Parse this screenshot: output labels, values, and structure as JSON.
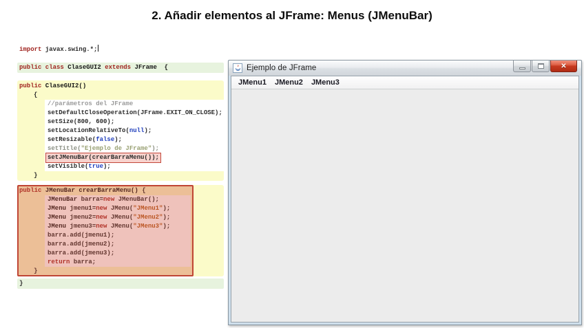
{
  "page": {
    "title": "2. Añadir elementos al JFrame: Menus (JMenuBar)"
  },
  "code": {
    "import_line": {
      "segs": [
        [
          "kw",
          "import"
        ],
        [
          "pl",
          " javax.swing.*;"
        ]
      ],
      "cursor": true
    },
    "class_line": {
      "segs": [
        [
          "kw",
          "public class"
        ],
        [
          "id",
          " ClaseGUI2 "
        ],
        [
          "kw",
          "extends"
        ],
        [
          "id",
          " JFrame  {"
        ]
      ]
    },
    "constructor": {
      "signature": {
        "segs": [
          [
            "kw",
            "public"
          ],
          [
            "id",
            " ClaseGUI2()"
          ]
        ]
      },
      "open": {
        "segs": [
          [
            "pl",
            "{"
          ]
        ]
      },
      "body": [
        {
          "segs": [
            [
              "cmt",
              "//parámetros del JFrame"
            ]
          ]
        },
        {
          "segs": [
            [
              "pl",
              "setDefaultCloseOperation(JFrame.EXIT_ON_CLOSE);"
            ]
          ]
        },
        {
          "segs": [
            [
              "pl",
              "setSize(800, 600);"
            ]
          ]
        },
        {
          "segs": [
            [
              "pl",
              "setLocationRelativeTo("
            ],
            [
              "lit",
              "null"
            ],
            [
              "pl",
              ");"
            ]
          ]
        },
        {
          "segs": [
            [
              "pl",
              "setResizable("
            ],
            [
              "lit",
              "false"
            ],
            [
              "pl",
              ");"
            ]
          ]
        },
        {
          "segs": [
            [
              "fade",
              "setTitle("
            ],
            [
              "str2",
              "\"Ejemplo de JFrame\""
            ],
            [
              "fade",
              ");"
            ]
          ]
        },
        {
          "segs": [
            [
              "pl",
              "setJMenuBar(crearBarraMenu());"
            ]
          ],
          "hl": "hl-redbox"
        },
        {
          "segs": [
            [
              "pl",
              "setVisible("
            ],
            [
              "lit",
              "true"
            ],
            [
              "pl",
              ");"
            ]
          ]
        }
      ],
      "close": {
        "segs": [
          [
            "pl",
            "}"
          ]
        ]
      }
    },
    "menu_method": {
      "signature": {
        "segs": [
          [
            "kw",
            "public"
          ],
          [
            "id",
            " JMenuBar crearBarraMenu()"
          ],
          [
            "pl",
            " {"
          ]
        ]
      },
      "body": [
        {
          "segs": [
            [
              "id",
              "JMenuBar"
            ],
            [
              "pl",
              " barra="
            ],
            [
              "kw",
              "new"
            ],
            [
              "pl",
              " JMenuBar();"
            ]
          ]
        },
        {
          "segs": [
            [
              "id",
              "JMenu"
            ],
            [
              "pl",
              " jmenu1="
            ],
            [
              "kw",
              "new"
            ],
            [
              "pl",
              " JMenu("
            ],
            [
              "str",
              "\"JMenu1\""
            ],
            [
              "pl",
              ");"
            ]
          ]
        },
        {
          "segs": [
            [
              "id",
              "JMenu"
            ],
            [
              "pl",
              " jmenu2="
            ],
            [
              "kw",
              "new"
            ],
            [
              "pl",
              " JMenu("
            ],
            [
              "str",
              "\"JMenu2\""
            ],
            [
              "pl",
              ");"
            ]
          ]
        },
        {
          "segs": [
            [
              "id",
              "JMenu"
            ],
            [
              "pl",
              " jmenu3="
            ],
            [
              "kw",
              "new"
            ],
            [
              "pl",
              " JMenu("
            ],
            [
              "str",
              "\"JMenu3\""
            ],
            [
              "pl",
              ");"
            ]
          ]
        },
        {
          "segs": [
            [
              "pl",
              "barra.add(jmenu1);"
            ]
          ]
        },
        {
          "segs": [
            [
              "pl",
              "barra.add(jmenu2);"
            ]
          ]
        },
        {
          "segs": [
            [
              "pl",
              "barra.add(jmenu3);"
            ]
          ]
        },
        {
          "segs": [
            [
              "kw",
              "return"
            ],
            [
              "pl",
              " barra;"
            ]
          ]
        }
      ],
      "close": {
        "segs": [
          [
            "pl",
            "}"
          ]
        ]
      }
    },
    "final_brace": {
      "segs": [
        [
          "pl",
          "}"
        ]
      ]
    }
  },
  "jframe": {
    "title": "Ejemplo de JFrame",
    "menu_items": [
      "JMenu1",
      "JMenu2",
      "JMenu3"
    ],
    "close_glyph": "✕"
  },
  "colors": {
    "annotation_red": "#bf4534",
    "block_yellow": "#fbfbc9",
    "block_green": "#e7f3de",
    "close_button_red": "#c73a20"
  }
}
